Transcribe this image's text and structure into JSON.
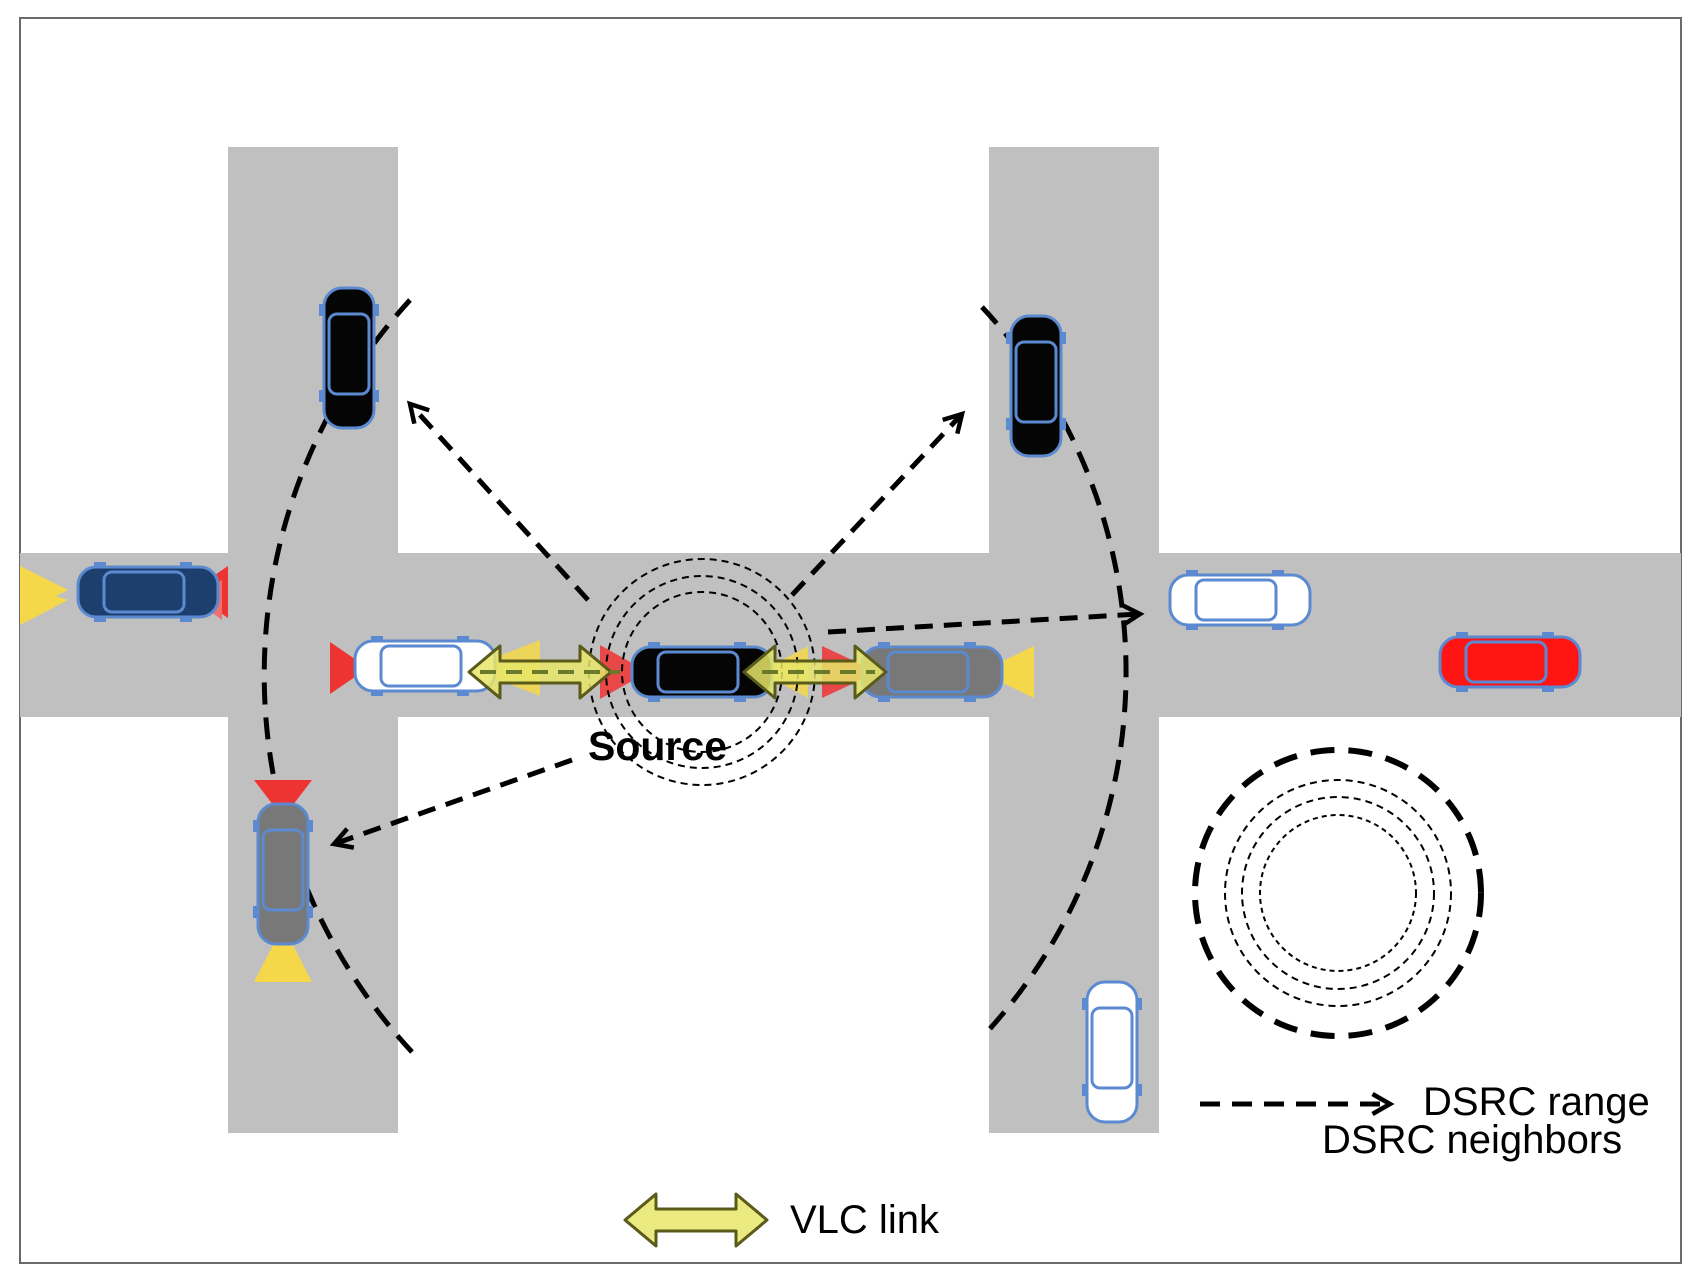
{
  "labels": {
    "source": "Source",
    "dsrc_range": "DSRC range",
    "dsrc_neighbors": "DSRC neighbors",
    "vlc_link": "VLC link"
  },
  "colors": {
    "road": "#c0c0c0",
    "vlc_link": "#e6e66a",
    "headlight": "#f5d84a",
    "taillight": "#ee3333",
    "car_black": "#050505",
    "car_navy": "#1c3f6e",
    "car_white": "#ffffff",
    "car_gray": "#787878",
    "car_red": "#ff1414",
    "car_outline": "#5b8ad0"
  },
  "icons": [
    "car-icon",
    "vlc-link-arrow-icon",
    "dsrc-arrow-icon",
    "broadcast-rings-icon"
  ]
}
